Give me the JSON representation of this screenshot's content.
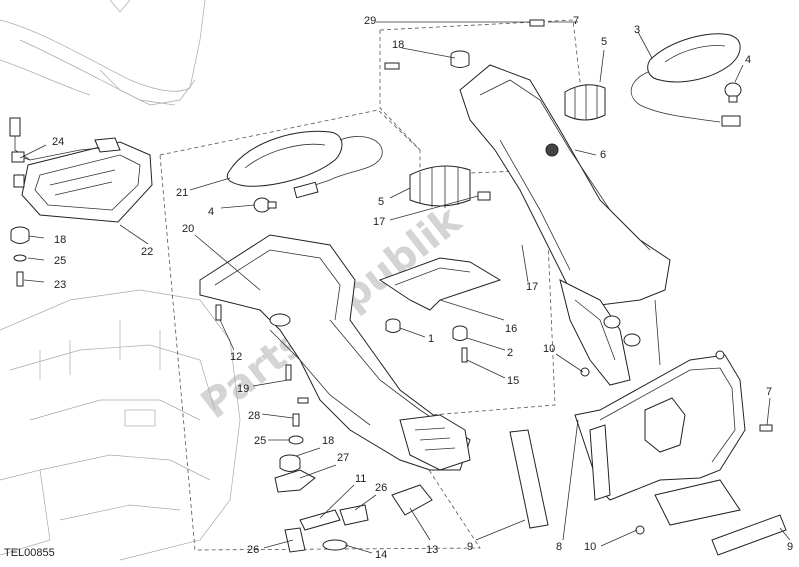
{
  "diagram": {
    "code": "TEL00855",
    "watermark": "PartsRepublik",
    "labels": [
      "29",
      "7",
      "18",
      "5",
      "3",
      "4",
      "24",
      "21",
      "6",
      "4",
      "18",
      "5",
      "17",
      "22",
      "25",
      "23",
      "17",
      "20",
      "16",
      "1",
      "12",
      "2",
      "10",
      "15",
      "19",
      "7",
      "28",
      "18",
      "25",
      "27",
      "11",
      "26",
      "9",
      "8",
      "10",
      "9",
      "26",
      "14",
      "13"
    ]
  }
}
